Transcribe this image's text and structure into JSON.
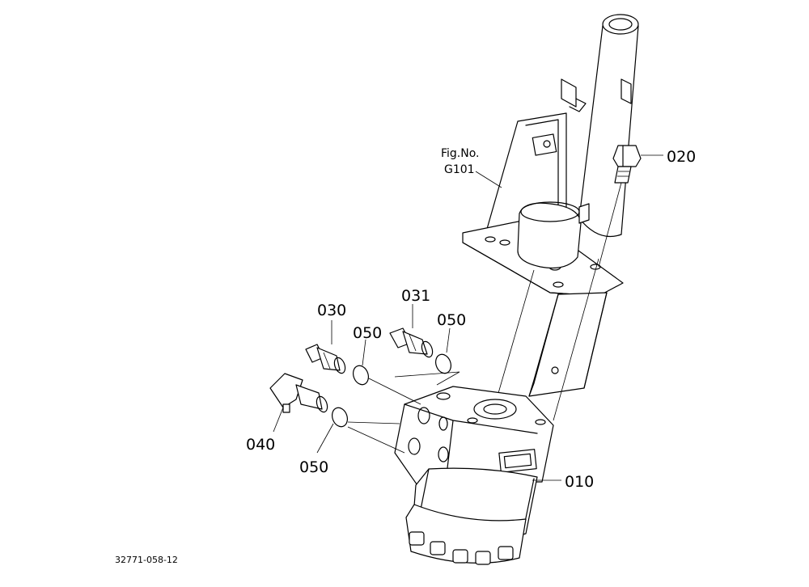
{
  "figure_reference": {
    "line1": "Fig.No.",
    "line2": "G101"
  },
  "callouts": {
    "p010": "010",
    "p020": "020",
    "p030": "030",
    "p031": "031",
    "p040": "040",
    "p050_a": "050",
    "p050_b": "050",
    "p050_c": "050"
  },
  "drawing_code": "32771-058-12"
}
